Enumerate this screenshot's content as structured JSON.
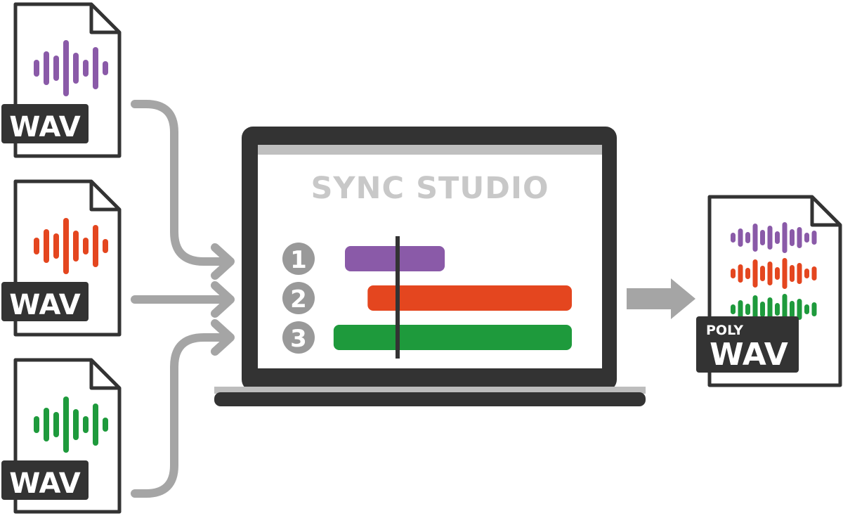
{
  "input_files": [
    {
      "label": "WAV",
      "color": "#8a5aa8"
    },
    {
      "label": "WAV",
      "color": "#e4461f"
    },
    {
      "label": "WAV",
      "color": "#1e9a3c"
    }
  ],
  "app": {
    "title": "SYNC STUDIO",
    "tracks": [
      {
        "number": "1",
        "color": "#8a5aa8",
        "start": 0.0,
        "end": 0.44
      },
      {
        "number": "2",
        "color": "#e4461f",
        "start": 0.1,
        "end": 1.0
      },
      {
        "number": "3",
        "color": "#1e9a3c",
        "start": -0.05,
        "end": 1.0
      }
    ]
  },
  "output_file": {
    "label_top": "POLY",
    "label": "WAV"
  },
  "colors": {
    "outline": "#333333",
    "arrow": "#a5a5a5",
    "screen_bar": "#bfbfbf",
    "title_text": "#c8c8c8",
    "number_badge": "#999999"
  }
}
